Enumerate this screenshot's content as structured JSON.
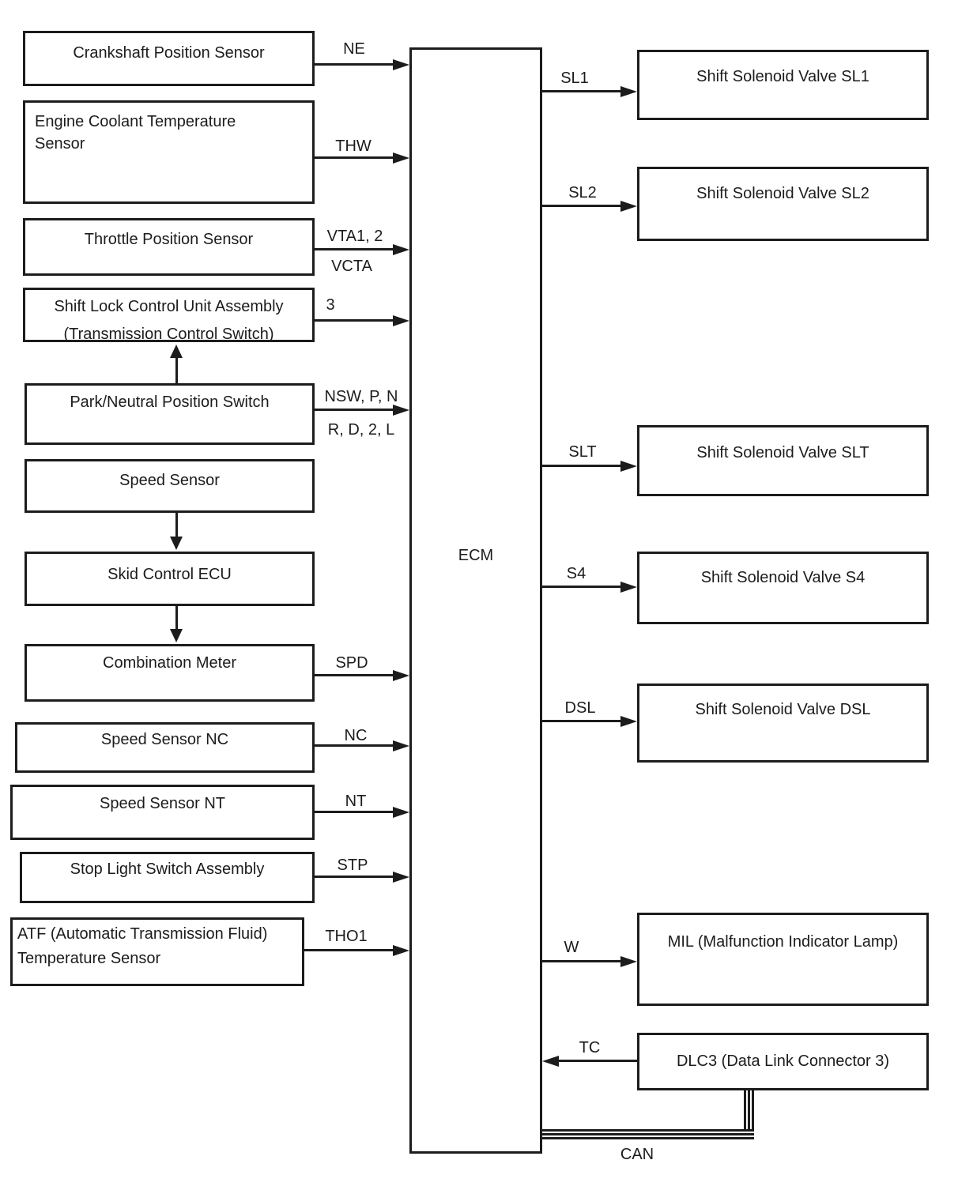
{
  "ecm_label": "ECM",
  "can_label": "CAN",
  "colors": {
    "line": "#1c1c1c",
    "background": "#ffffff"
  },
  "left_nodes": [
    {
      "id": "crankshaft",
      "lines": [
        "Crankshaft Position Sensor"
      ]
    },
    {
      "id": "engine-coolant",
      "lines": [
        "Engine Coolant Temperature",
        "Sensor"
      ]
    },
    {
      "id": "throttle",
      "lines": [
        "Throttle Position Sensor"
      ]
    },
    {
      "id": "shift-lock",
      "lines": [
        "Shift Lock Control Unit Assembly",
        "(Transmission Control Switch)"
      ]
    },
    {
      "id": "park-neutral",
      "lines": [
        "Park/Neutral Position Switch"
      ]
    },
    {
      "id": "speed-sensor",
      "lines": [
        "Speed Sensor"
      ]
    },
    {
      "id": "skid-control",
      "lines": [
        "Skid Control ECU"
      ]
    },
    {
      "id": "combination-meter",
      "lines": [
        "Combination Meter"
      ]
    },
    {
      "id": "speed-sensor-nc",
      "lines": [
        "Speed Sensor NC"
      ]
    },
    {
      "id": "speed-sensor-nt",
      "lines": [
        "Speed Sensor NT"
      ]
    },
    {
      "id": "stop-light",
      "lines": [
        "Stop Light Switch Assembly"
      ]
    },
    {
      "id": "atf",
      "lines": [
        "ATF (Automatic Transmission Fluid)",
        "Temperature Sensor"
      ]
    }
  ],
  "right_nodes": [
    {
      "id": "sl1",
      "label": "Shift Solenoid Valve SL1"
    },
    {
      "id": "sl2",
      "label": "Shift Solenoid Valve SL2"
    },
    {
      "id": "slt",
      "label": "Shift Solenoid Valve SLT"
    },
    {
      "id": "s4",
      "label": "Shift Solenoid Valve S4"
    },
    {
      "id": "dsl",
      "label": "Shift Solenoid Valve DSL"
    },
    {
      "id": "mil",
      "label": "MIL (Malfunction Indicator Lamp)"
    },
    {
      "id": "dlc3",
      "label": "DLC3 (Data Link Connector 3)"
    }
  ],
  "wires_in": [
    {
      "above": "NE"
    },
    {
      "above": "THW"
    },
    {
      "above": "VTA1, 2",
      "below": "VCTA"
    },
    {
      "above": "3"
    },
    {
      "above": "NSW, P, N",
      "below": "R, D, 2, L"
    },
    {
      "above": "SPD"
    },
    {
      "above": "NC"
    },
    {
      "above": "NT"
    },
    {
      "above": "STP"
    },
    {
      "above": "THO1"
    }
  ],
  "wires_out": [
    {
      "above": "SL1"
    },
    {
      "above": "SL2"
    },
    {
      "above": "SLT"
    },
    {
      "above": "S4"
    },
    {
      "above": "DSL"
    },
    {
      "above": "W"
    },
    {
      "above": "TC"
    }
  ]
}
